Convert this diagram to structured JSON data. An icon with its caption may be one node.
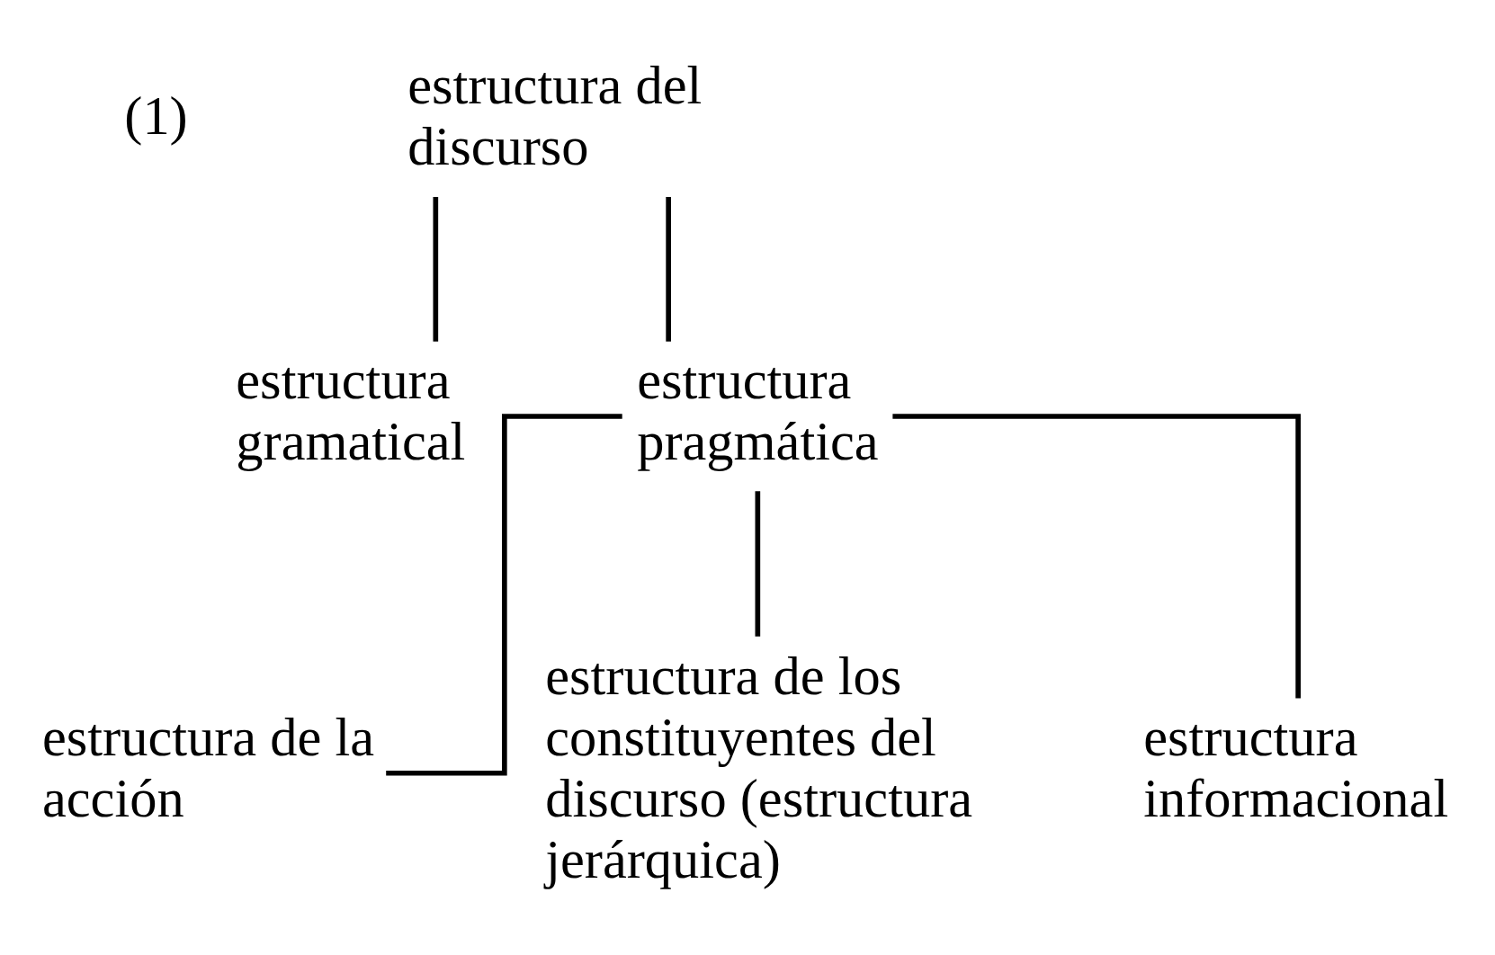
{
  "diagram": {
    "nodes": [
      {
        "text": [
          "estructura del discurso"
        ]
      },
      {
        "text": [
          "estructura gramatical"
        ]
      },
      {
        "text": [
          "estructura pragmática"
        ]
      },
      {
        "text": [
          "estructura de la acción"
        ]
      },
      {
        "text": [
          "estructura de los constituyentes del discurso (estructura jerárquica)"
        ]
      },
      {
        "text": [
          "estructura informacional"
        ]
      }
    ],
    "edges": [
      {
        "from": 0,
        "to": 1,
        "arrow": "none"
      },
      {
        "from": 0,
        "to": 2,
        "arrow": "none"
      },
      {
        "from": 2,
        "to": 3,
        "arrow": "none"
      },
      {
        "from": 2,
        "to": 4,
        "arrow": "none"
      },
      {
        "from": 2,
        "to": 5,
        "arrow": "none"
      }
    ],
    "labels": [
      "(1)"
    ]
  }
}
